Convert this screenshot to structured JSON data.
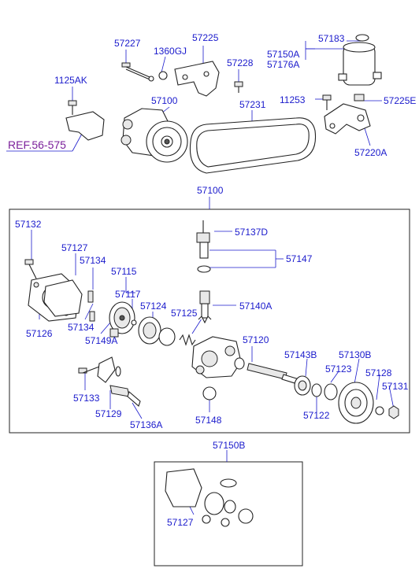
{
  "labels": {
    "l57227": "57227",
    "l1360gj": "1360GJ",
    "l57225": "57225",
    "l57228": "57228",
    "l57183": "57183",
    "l57150a": "57150A",
    "l57176a": "57176A",
    "l1125ak": "1125AK",
    "l57100_top": "57100",
    "l57231": "57231",
    "l11253": "11253",
    "l57225e": "57225E",
    "ref": "REF.56-575",
    "l57220a": "57220A",
    "l57100_main": "57100",
    "l57132": "57132",
    "l57137d": "57137D",
    "l57127": "57127",
    "l57147": "57147",
    "l57134": "57134",
    "l57115": "57115",
    "l57117": "57117",
    "l57124": "57124",
    "l57140a": "57140A",
    "l57125": "57125",
    "l57126": "57126",
    "l57149a": "57149A",
    "l57120": "57120",
    "l57143b": "57143B",
    "l57130b": "57130B",
    "l57123": "57123",
    "l57128": "57128",
    "l57131": "57131",
    "l57133": "57133",
    "l57122": "57122",
    "l57129": "57129",
    "l57148": "57148",
    "l57136a": "57136A",
    "l57150b": "57150B"
  },
  "colors": {
    "label": "#1a1acc",
    "reference": "#7a1f9a",
    "line_art": "#222222",
    "background": "#ffffff"
  }
}
